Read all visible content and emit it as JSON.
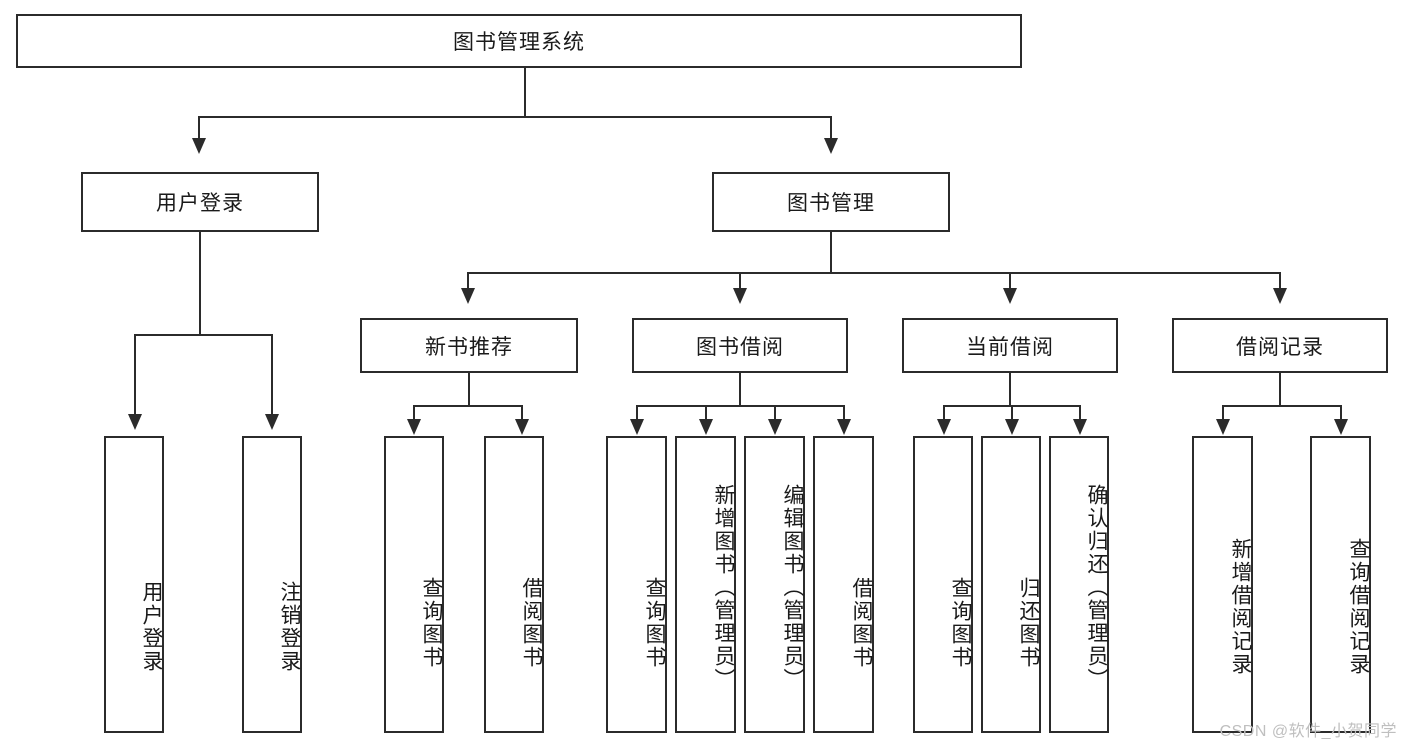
{
  "diagram": {
    "type": "hierarchy-tree",
    "title": "图书管理系统",
    "levels": 4,
    "root": {
      "id": "root",
      "label": "图书管理系统",
      "orientation": "horizontal"
    },
    "level2": [
      {
        "id": "user-login",
        "label": "用户登录",
        "orientation": "horizontal"
      },
      {
        "id": "book-management",
        "label": "图书管理",
        "orientation": "horizontal"
      }
    ],
    "level3": [
      {
        "id": "new-book-recommend",
        "label": "新书推荐",
        "orientation": "horizontal",
        "parent": "book-management"
      },
      {
        "id": "book-borrow",
        "label": "图书借阅",
        "orientation": "horizontal",
        "parent": "book-management"
      },
      {
        "id": "current-borrow",
        "label": "当前借阅",
        "orientation": "horizontal",
        "parent": "book-management"
      },
      {
        "id": "borrow-record",
        "label": "借阅记录",
        "orientation": "horizontal",
        "parent": "book-management"
      }
    ],
    "leaves": [
      {
        "id": "leaf-user-login",
        "label": "用户登录",
        "orientation": "vertical",
        "parent": "user-login"
      },
      {
        "id": "leaf-user-logout",
        "label": "注销登录",
        "orientation": "vertical",
        "parent": "user-login"
      },
      {
        "id": "leaf-query-book-1",
        "label": "查询图书",
        "orientation": "vertical",
        "parent": "new-book-recommend"
      },
      {
        "id": "leaf-borrow-book-1",
        "label": "借阅图书",
        "orientation": "vertical",
        "parent": "new-book-recommend"
      },
      {
        "id": "leaf-query-book-2",
        "label": "查询图书",
        "orientation": "vertical",
        "parent": "book-borrow"
      },
      {
        "id": "leaf-add-book",
        "label": "新增图书（管理员）",
        "orientation": "vertical",
        "parent": "book-borrow"
      },
      {
        "id": "leaf-edit-book",
        "label": "编辑图书（管理员）",
        "orientation": "vertical",
        "parent": "book-borrow"
      },
      {
        "id": "leaf-borrow-book-2",
        "label": "借阅图书",
        "orientation": "vertical",
        "parent": "book-borrow"
      },
      {
        "id": "leaf-query-book-3",
        "label": "查询图书",
        "orientation": "vertical",
        "parent": "current-borrow"
      },
      {
        "id": "leaf-return-book",
        "label": "归还图书",
        "orientation": "vertical",
        "parent": "current-borrow"
      },
      {
        "id": "leaf-confirm-return",
        "label": "确认归还（管理员）",
        "orientation": "vertical",
        "parent": "current-borrow"
      },
      {
        "id": "leaf-add-borrow-record",
        "label": "新增借阅记录",
        "orientation": "vertical",
        "parent": "borrow-record"
      },
      {
        "id": "leaf-query-borrow-record",
        "label": "查询借阅记录",
        "orientation": "vertical",
        "parent": "borrow-record"
      }
    ],
    "colors": {
      "stroke": "#2b2b2b",
      "fill": "#ffffff",
      "text": "#1a1a1a",
      "watermark": "#bfbfbf"
    }
  },
  "watermark": {
    "text": "CSDN @软件_小贺同学"
  }
}
